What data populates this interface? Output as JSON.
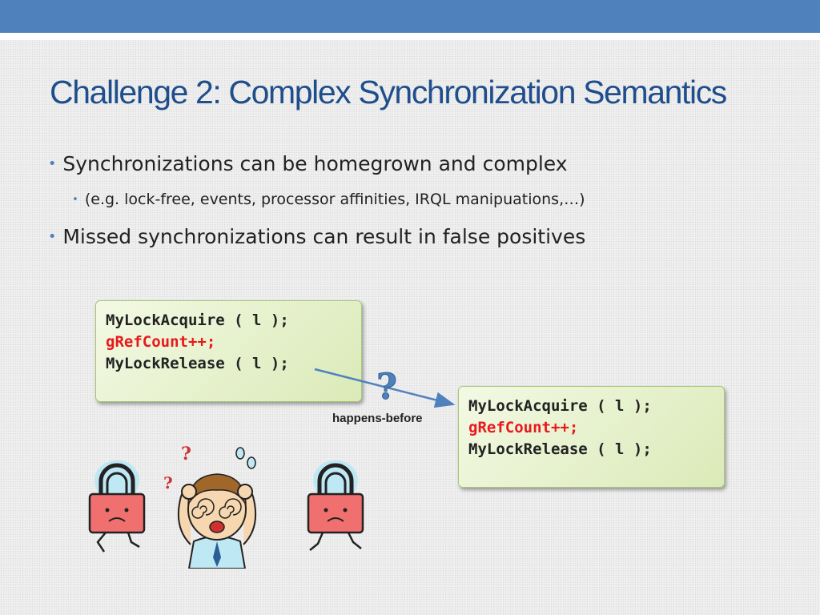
{
  "slide": {
    "title": "Challenge 2: Complex Synchronization Semantics",
    "bullets": [
      "Synchronizations can be homegrown and complex",
      "(e.g. lock-free, events, processor affinities, IRQL manipuations,…)",
      "Missed synchronizations can result in false positives"
    ],
    "bullet_glyph": "•",
    "code_a": [
      "MyLockAcquire ( l );",
      "gRefCount++;",
      "MyLockRelease ( l );"
    ],
    "code_b": [
      "MyLockAcquire ( l );",
      "gRefCount++;",
      "MyLockRelease ( l );"
    ],
    "edge_label": "happens-before",
    "question_glyph": "?"
  },
  "colors": {
    "accent": "#4f81bd",
    "title": "#1f4e8c",
    "highlight": "#e8191d",
    "code_box": "#dbeab8",
    "lock_body": "#f07070",
    "lock_glow": "#bfe8f5"
  },
  "icons": [
    "unhappy-lock-icon",
    "confused-person-icon",
    "question-mark-icon",
    "sweat-drops-icon"
  ]
}
